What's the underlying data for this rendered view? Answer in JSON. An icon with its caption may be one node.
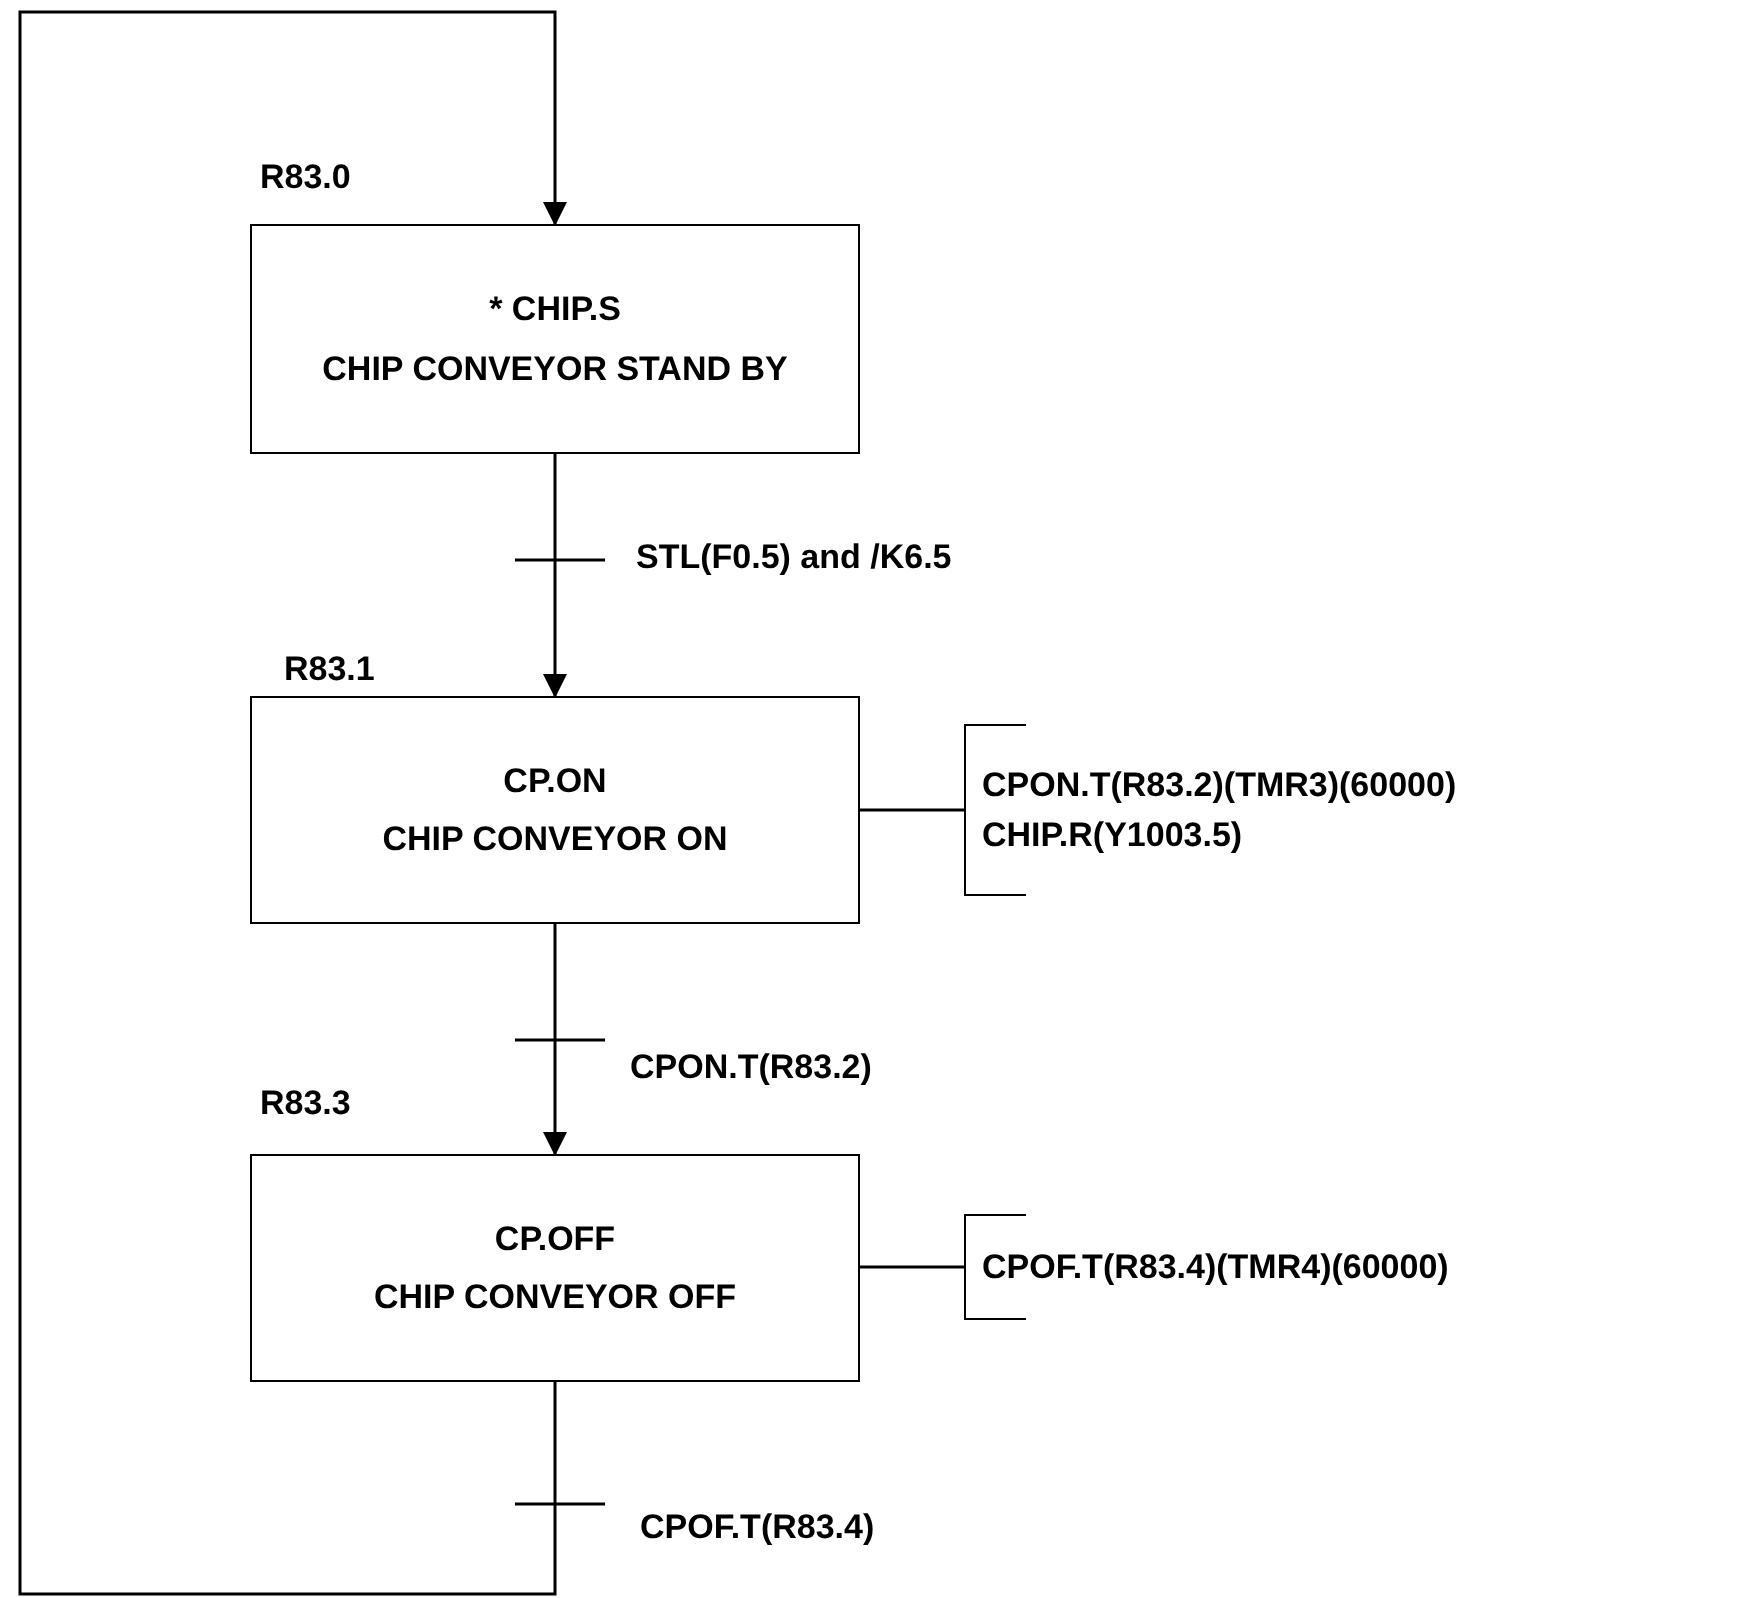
{
  "diagram": {
    "nodes": [
      {
        "text": [
          "* CHIP.S",
          "CHIP CONVEYOR STAND BY"
        ],
        "beside": [
          "R83.0"
        ]
      },
      {
        "text": [
          "CP.ON",
          "CHIP CONVEYOR ON"
        ],
        "beside": [
          "R83.1"
        ]
      },
      {
        "text": [
          "CP.OFF",
          "CHIP CONVEYOR OFF"
        ],
        "beside": [
          "R83.3"
        ]
      },
      {
        "text": [
          "CPON.T(R83.2)(TMR3)(60000)",
          "CHIP.R(Y1003.5)"
        ]
      },
      {
        "text": [
          "CPOF.T(R83.4)(TMR4)(60000)"
        ]
      }
    ],
    "edges": [
      {
        "from": 0,
        "to": 1,
        "arrow": "to",
        "label": "STL(F0.5) and /K6.5"
      },
      {
        "from": 1,
        "to": 2,
        "arrow": "to",
        "label": "CPON.T(R83.2)"
      },
      {
        "from": 2,
        "to": 0,
        "arrow": "to",
        "label": "CPOF.T(R83.4)"
      },
      {
        "from": 1,
        "to": 3,
        "arrow": "none"
      },
      {
        "from": 2,
        "to": 4,
        "arrow": "none"
      }
    ]
  }
}
